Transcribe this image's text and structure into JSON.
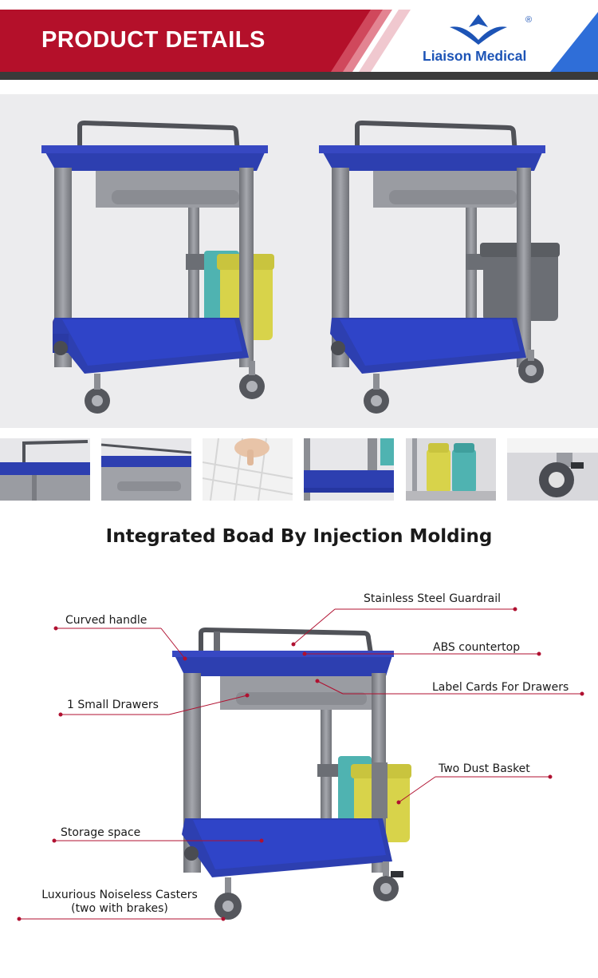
{
  "header": {
    "title": "PRODUCT DETAILS",
    "brand_name": "Liaison Medical",
    "registered_mark": "®",
    "colors": {
      "banner_red": "#b4102a",
      "brand_blue": "#1d54b6",
      "dark_bar": "#3a3a3a"
    }
  },
  "gallery": {
    "thumbnails": [
      "handle-detail",
      "drawer-detail",
      "drawer-divider-detail",
      "shelf-detail",
      "dust-basket-detail",
      "caster-detail"
    ]
  },
  "section": {
    "title": "Integrated Boad By Injection Molding"
  },
  "callouts": {
    "guardrail": "Stainless Steel Guardrail",
    "handle": "Curved handle",
    "countertop": "ABS countertop",
    "label_cards": "Label Cards For Drawers",
    "drawers": "1 Small Drawers",
    "dust_basket": "Two Dust Basket",
    "storage": "Storage space",
    "casters_line1": "Luxurious Noiseless Casters",
    "casters_line2": "(two with brakes)"
  },
  "colors": {
    "cart_blue": "#2d3fb0",
    "cart_gray": "#8c8e94",
    "basket_teal": "#4fb3b1",
    "basket_yellow": "#d8d34a",
    "basket_gray": "#6b6e74",
    "callout_line": "#b01030"
  }
}
